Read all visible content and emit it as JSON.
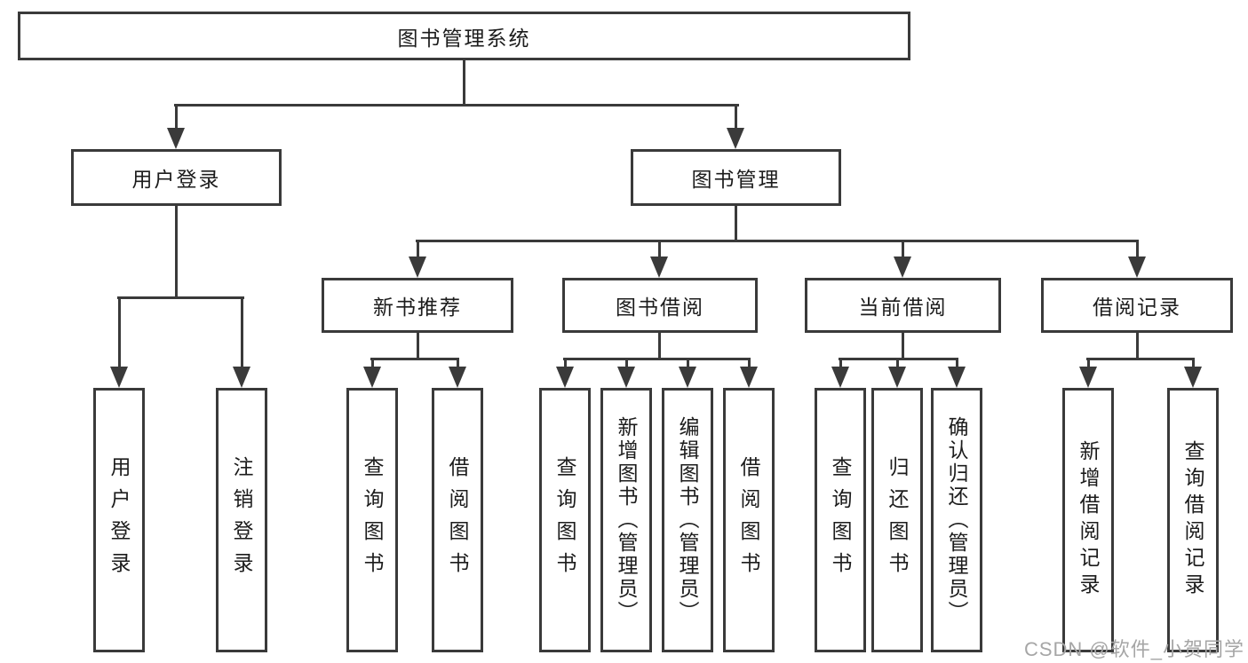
{
  "tree": {
    "root": {
      "label": "图书管理系统",
      "children": [
        {
          "label": "用户登录",
          "children": [
            {
              "label": "用户登录"
            },
            {
              "label": "注销登录"
            }
          ]
        },
        {
          "label": "图书管理",
          "children": [
            {
              "label": "新书推荐",
              "children": [
                {
                  "label": "查询图书"
                },
                {
                  "label": "借阅图书"
                }
              ]
            },
            {
              "label": "图书借阅",
              "children": [
                {
                  "label": "查询图书"
                },
                {
                  "label": "新增图书（管理员）"
                },
                {
                  "label": "编辑图书（管理员）"
                },
                {
                  "label": "借阅图书"
                }
              ]
            },
            {
              "label": "当前借阅",
              "children": [
                {
                  "label": "查询图书"
                },
                {
                  "label": "归还图书"
                },
                {
                  "label": "确认归还（管理员）"
                }
              ]
            },
            {
              "label": "借阅记录",
              "children": [
                {
                  "label": "新增借阅记录"
                },
                {
                  "label": "查询借阅记录"
                }
              ]
            }
          ]
        }
      ]
    }
  },
  "watermark": "CSDN @软件_小贺同学",
  "colors": {
    "line": "#3a3a3a",
    "text": "#1c1c1c",
    "watermark": "#a6a6a6",
    "background": "#ffffff"
  }
}
